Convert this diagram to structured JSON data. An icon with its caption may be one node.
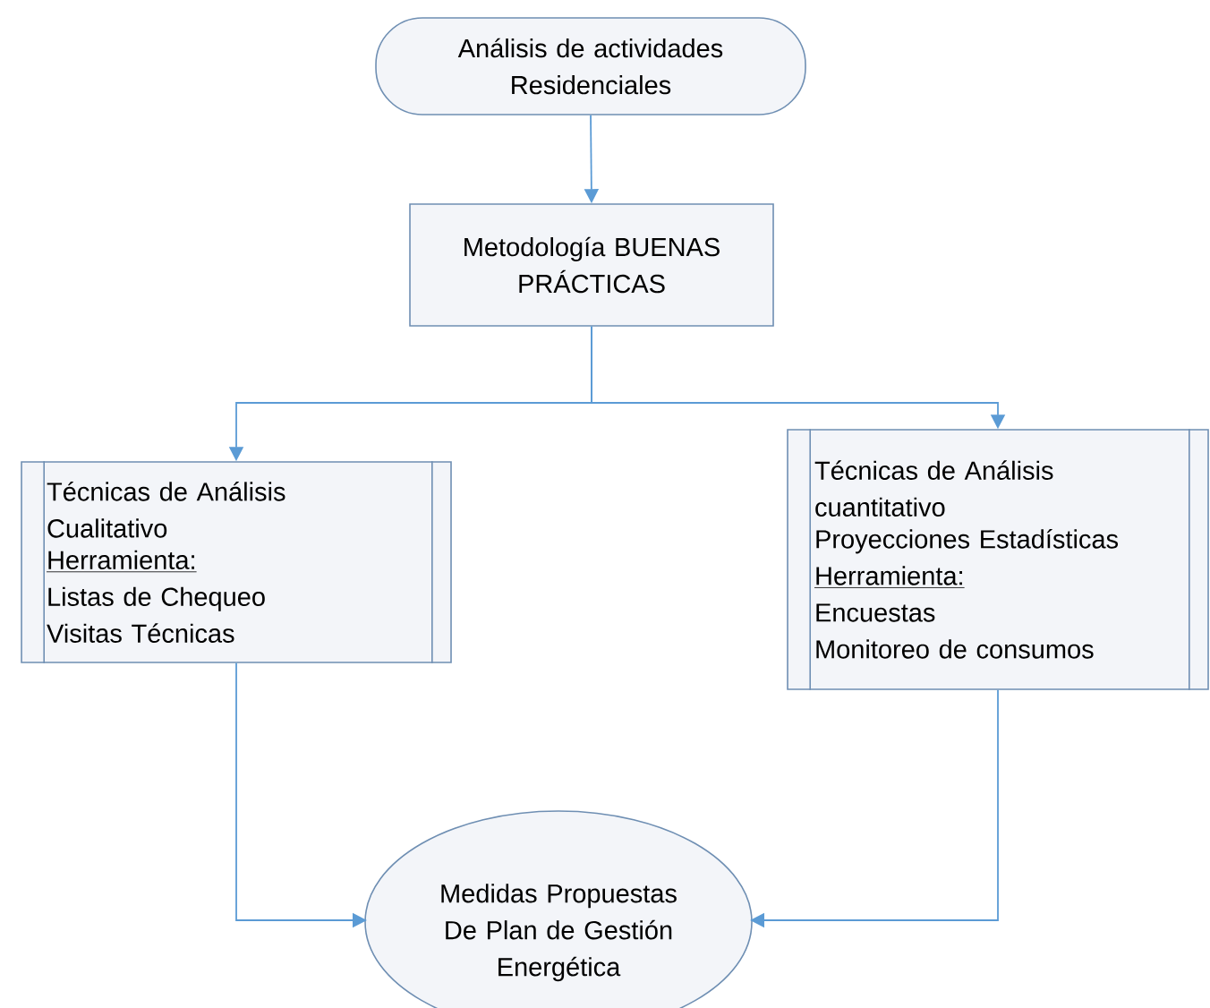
{
  "diagram": {
    "nodes": [
      {
        "text": [
          "Análisis de actividades Residenciales"
        ]
      },
      {
        "text": [
          "Metodología BUENAS PRÁCTICAS"
        ]
      },
      {
        "text": [
          "Técnicas de Análisis Cualitativo",
          "Herramienta:",
          "Listas de Chequeo",
          "Visitas Técnicas"
        ]
      },
      {
        "text": [
          "Técnicas de Análisis cuantitativo",
          "Proyecciones Estadísticas",
          "Herramienta:",
          "Encuestas",
          "Monitoreo de consumos"
        ]
      },
      {
        "text": [
          "Medidas Propuestas De Plan de Gestión Energética"
        ]
      }
    ],
    "edges": [
      {
        "from": 0,
        "to": 1,
        "arrow": "to"
      },
      {
        "from": 1,
        "to": 2,
        "arrow": "to"
      },
      {
        "from": 1,
        "to": 3,
        "arrow": "to"
      },
      {
        "from": 2,
        "to": 4,
        "arrow": "to"
      },
      {
        "from": 3,
        "to": 4,
        "arrow": "to"
      }
    ]
  }
}
